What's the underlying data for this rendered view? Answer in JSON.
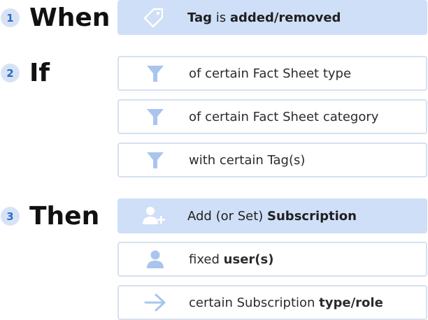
{
  "steps": [
    {
      "number": "1",
      "label": "When"
    },
    {
      "number": "2",
      "label": "If"
    },
    {
      "number": "3",
      "label": "Then"
    }
  ],
  "when": {
    "trigger": {
      "icon": "tag-icon",
      "part1": "Tag",
      "part2": " is ",
      "part3": "added/removed"
    }
  },
  "if": {
    "conditions": [
      {
        "icon": "filter-icon",
        "text": "of certain Fact Sheet type"
      },
      {
        "icon": "filter-icon",
        "text": "of certain Fact Sheet category"
      },
      {
        "icon": "filter-icon",
        "text": "with certain Tag(s)"
      }
    ]
  },
  "then": {
    "actions": [
      {
        "icon": "add-user-icon",
        "normal": "Add (or Set) ",
        "bold": "Subscription"
      },
      {
        "icon": "user-icon",
        "normal": "fixed ",
        "bold": "user(s)"
      },
      {
        "icon": "arrow-right-icon",
        "normal": "certain Subscription ",
        "bold": "type/role"
      }
    ]
  },
  "colors": {
    "badge_bg": "#d7e3f5",
    "badge_text": "#2a6ccf",
    "filled_box": "#cfdff7",
    "box_border": "#d6e1f0",
    "icon": "#a9c4ee"
  }
}
